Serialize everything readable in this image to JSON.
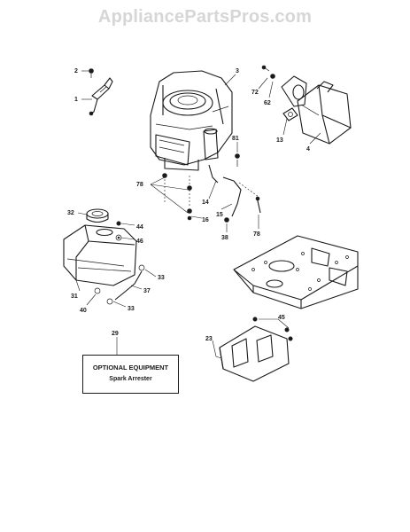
{
  "watermark": "AppliancePartsPros.com",
  "callouts": {
    "c1": "1",
    "c2": "2",
    "c3": "3",
    "c4": "4",
    "c13": "13",
    "c14": "14",
    "c15": "15",
    "c16": "16",
    "c23": "23",
    "c29": "29",
    "c31": "31",
    "c32": "32",
    "c33a": "33",
    "c33b": "33",
    "c37": "37",
    "c38": "38",
    "c40": "40",
    "c44": "44",
    "c45": "45",
    "c46": "46",
    "c62": "62",
    "c72": "72",
    "c78a": "78",
    "c78b": "78",
    "c81": "81"
  },
  "note": {
    "title": "OPTIONAL EQUIPMENT",
    "subtitle": "Spark Arrester"
  }
}
